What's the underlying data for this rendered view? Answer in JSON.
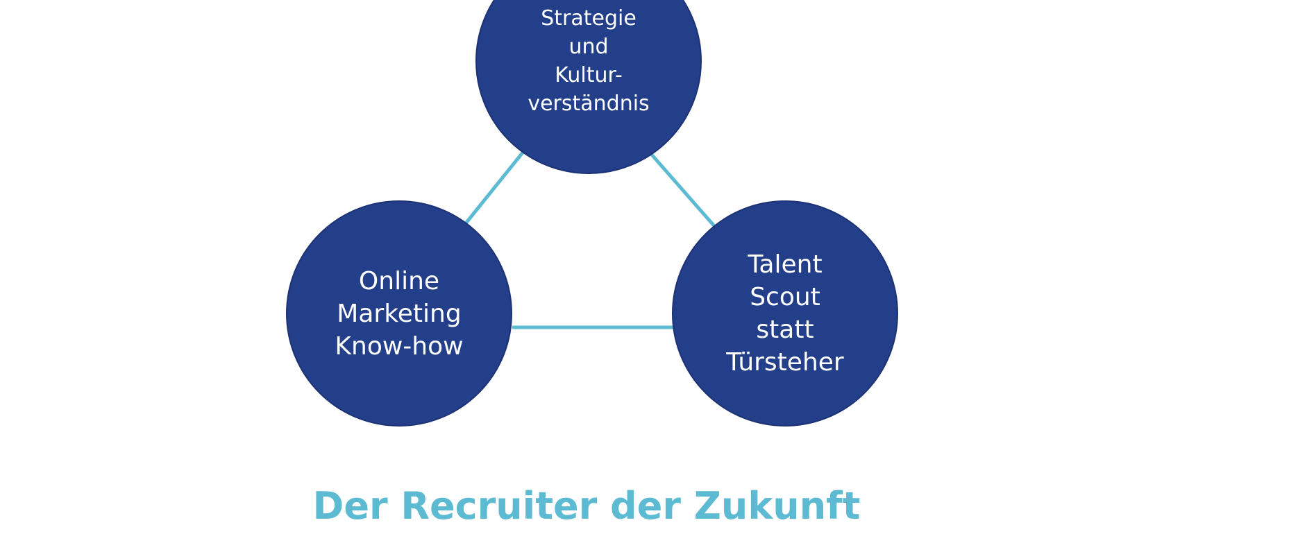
{
  "colors": {
    "node_fill": "#243f8a",
    "connector": "#5cbad2",
    "caption": "#5cbad2",
    "background": "#ffffff"
  },
  "nodes": {
    "top": "Strategie\nund\nKultur-\nverständnis",
    "left": "Online\nMarketing\nKnow-how",
    "right": "Talent\nScout\nstatt\nTürsteher"
  },
  "caption": "Der Recruiter der Zukunft"
}
